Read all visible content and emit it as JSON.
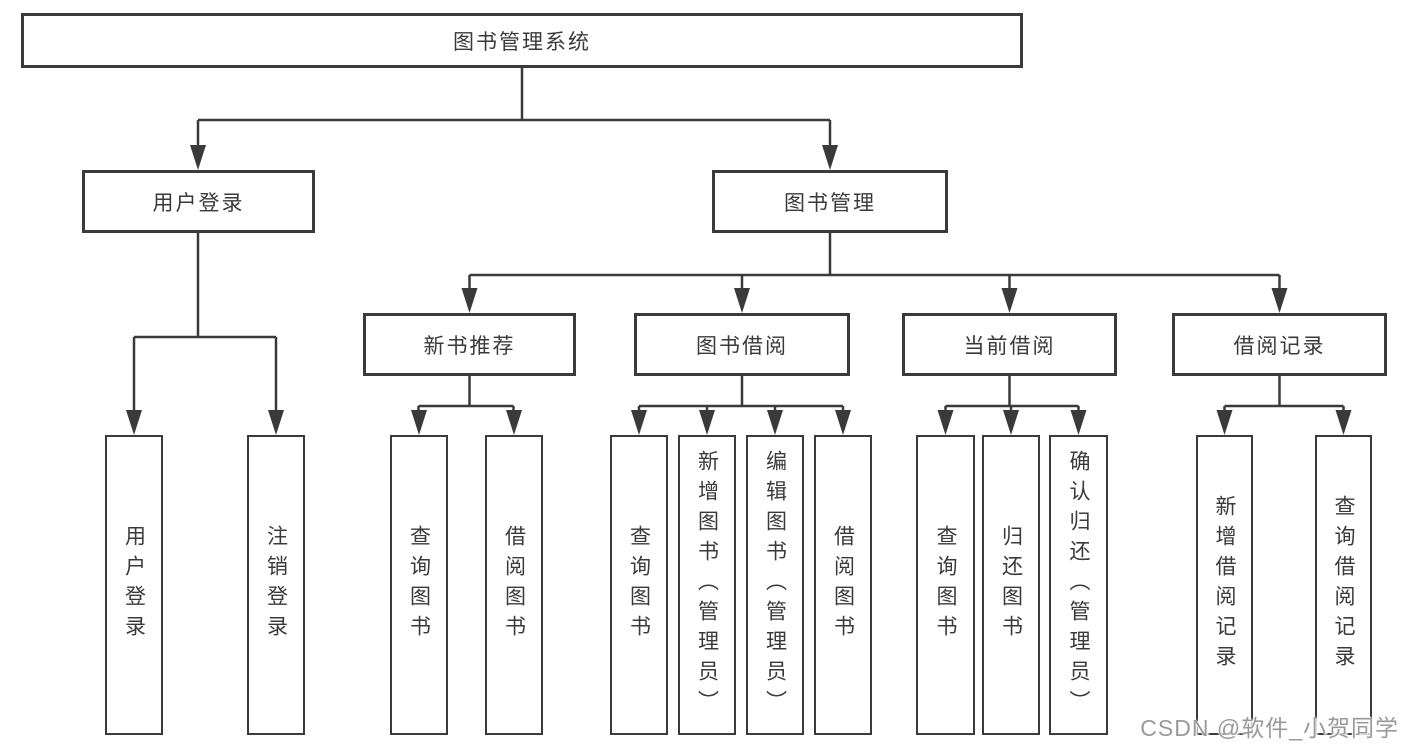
{
  "diagram": {
    "title": "图书管理系统",
    "level2": {
      "login": "用户登录",
      "management": "图书管理"
    },
    "level3": {
      "new_books": "新书推荐",
      "book_borrow": "图书借阅",
      "current_borrow": "当前借阅",
      "borrow_records": "借阅记录"
    },
    "leaves": {
      "user_login": "用户登录",
      "logout": "注销登录",
      "nb_query_books": "查询图书",
      "nb_borrow_books": "借阅图书",
      "bb_query_books": "查询图书",
      "bb_add_books": "新增图书（管理员）",
      "bb_edit_books": "编辑图书（管理员）",
      "bb_borrow_books": "借阅图书",
      "cb_query_books": "查询图书",
      "cb_return_books": "归还图书",
      "cb_confirm_return": "确认归还（管理员）",
      "br_add_record": "新增借阅记录",
      "br_query_record": "查询借阅记录"
    },
    "watermark": "CSDN @软件_小贺同学",
    "colors": {
      "line": "#3a3a3a",
      "text": "#3a3a3a",
      "background": "#ffffff",
      "watermark": "#9a9a9a"
    }
  }
}
